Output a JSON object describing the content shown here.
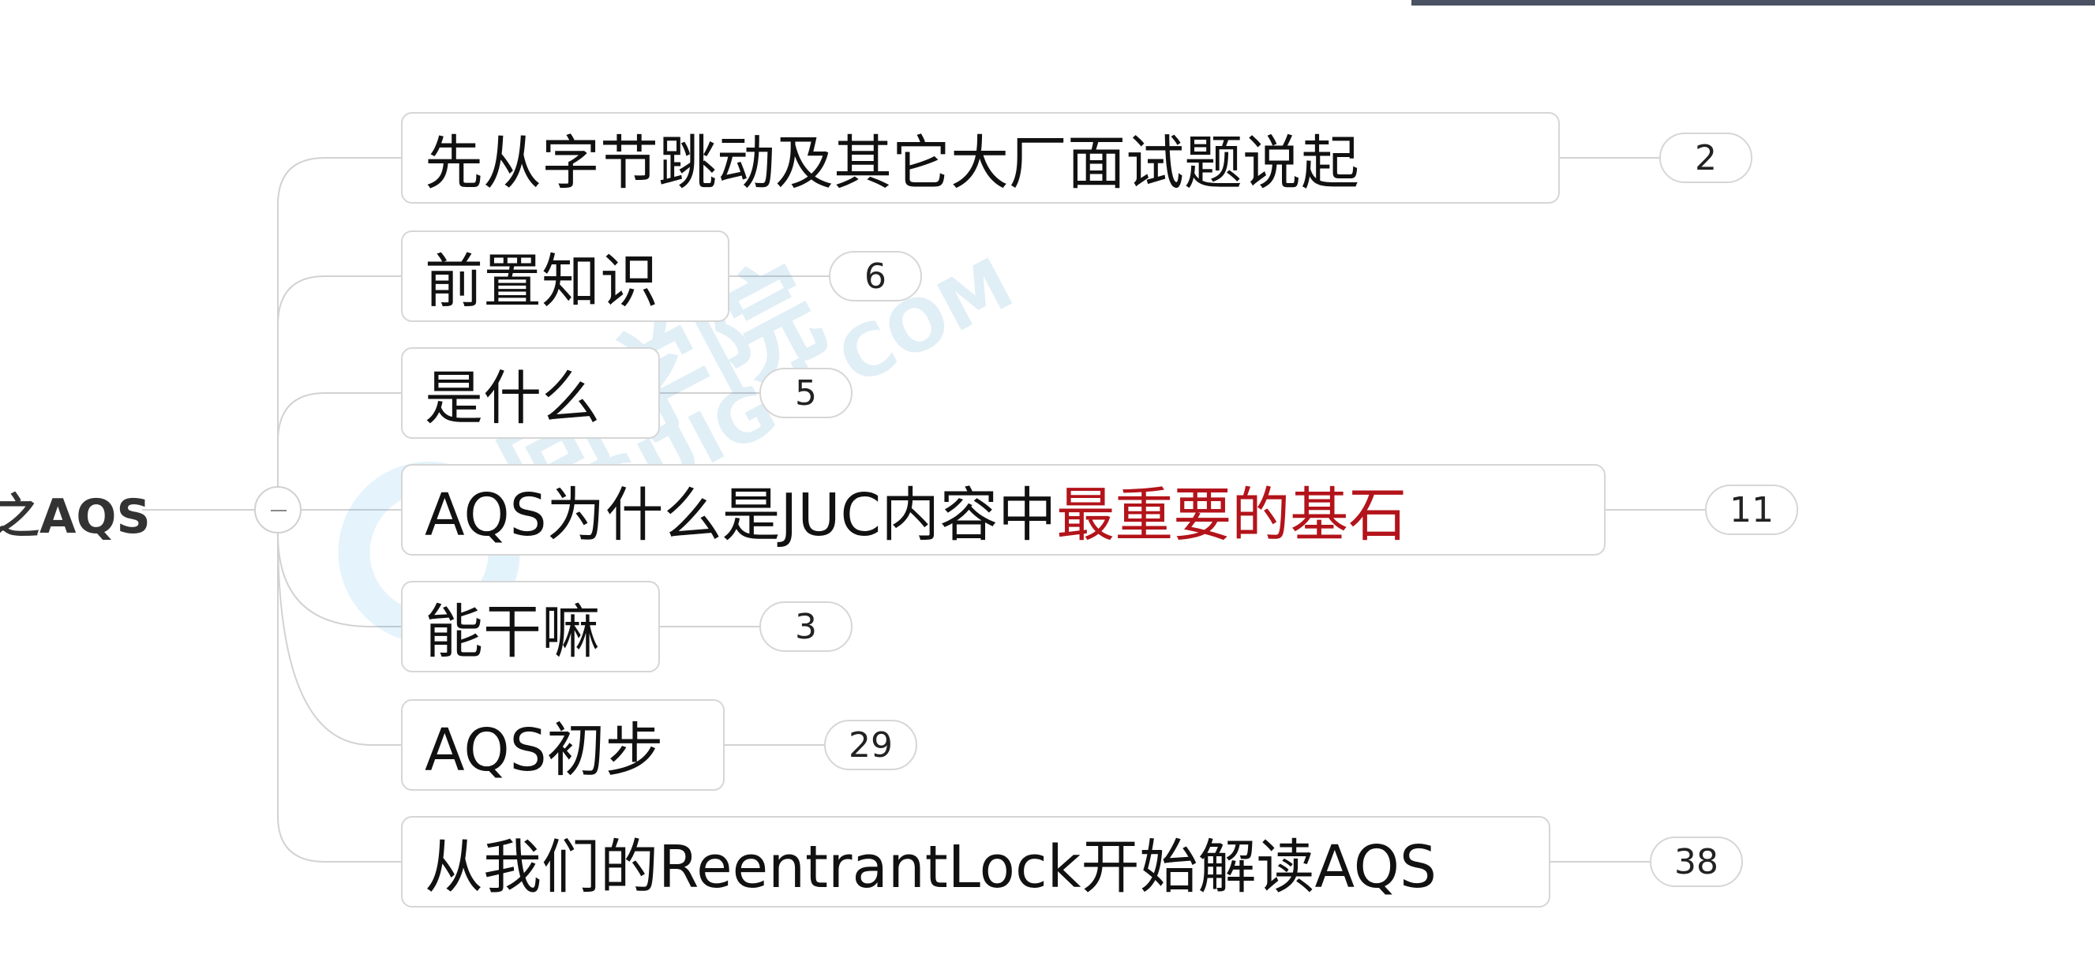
{
  "root": {
    "label": "之AQS"
  },
  "nodes": [
    {
      "label": "先从字节跳动及其它大厂面试题说起",
      "count": "2"
    },
    {
      "label": "前置知识",
      "count": "6"
    },
    {
      "label": "是什么",
      "count": "5"
    },
    {
      "label_plain": "AQS为什么是JUC内容中",
      "label_highlight": "最重要的基石",
      "count": "11"
    },
    {
      "label": "能干嘛",
      "count": "3"
    },
    {
      "label": "AQS初步",
      "count": "29"
    },
    {
      "label": "从我们的ReentrantLock开始解读AQS",
      "count": "38"
    }
  ],
  "watermark": {
    "text": "尚学院",
    "sub": "GUIGU.COM"
  },
  "colors": {
    "highlight": "#b3131a",
    "line": "#cfcfcf",
    "topbar": "#4a5263"
  }
}
